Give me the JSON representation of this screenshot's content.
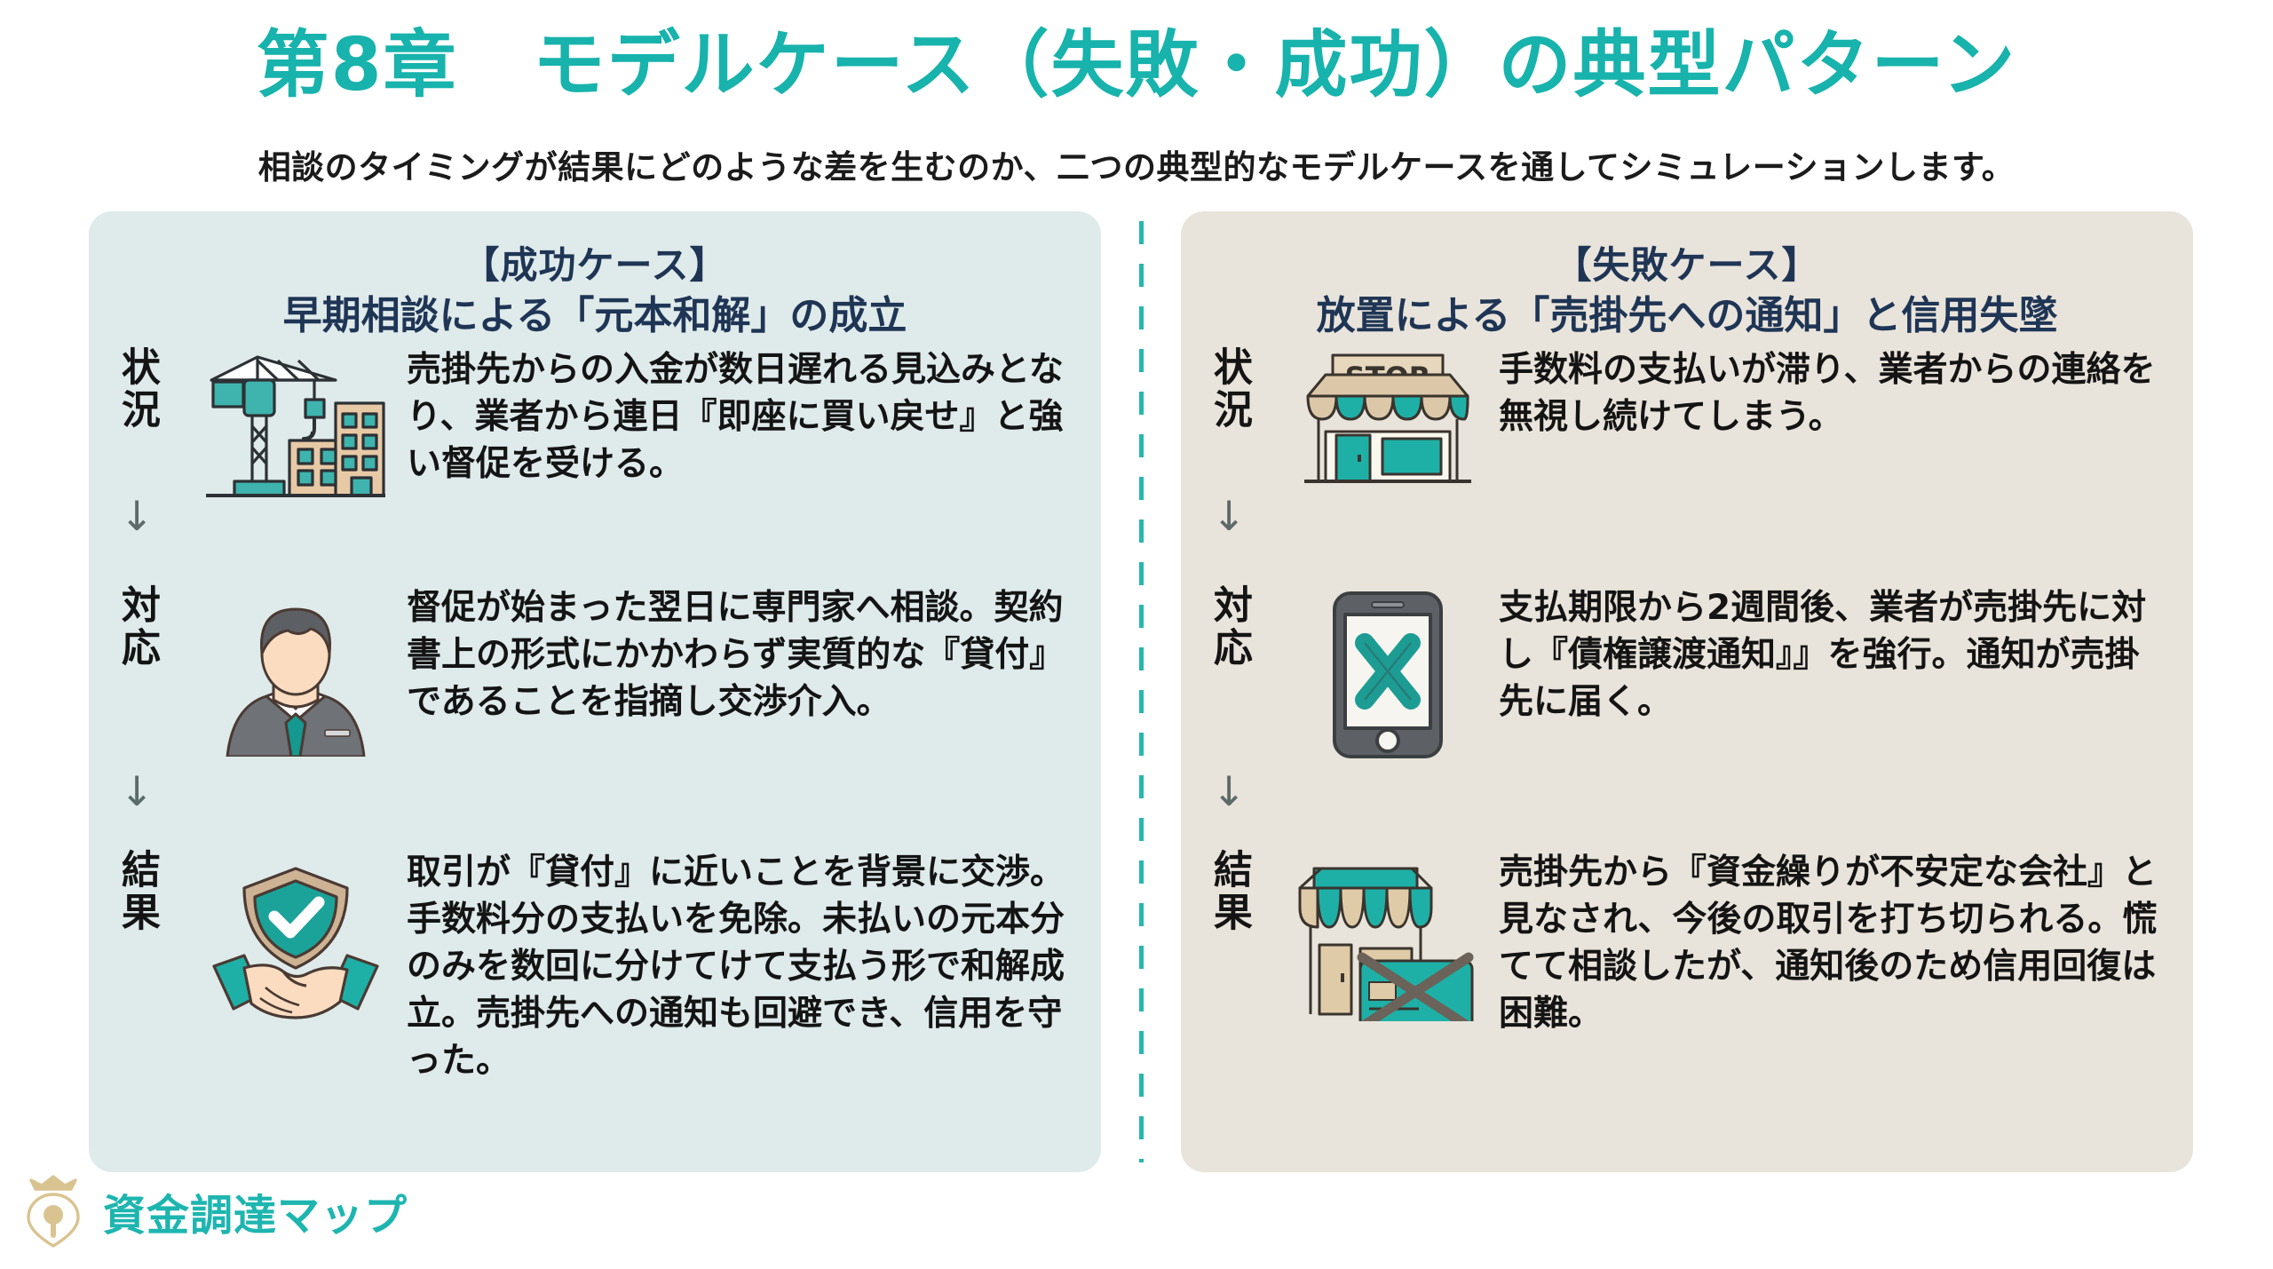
{
  "header": {
    "title": "第8章　モデルケース（失敗・成功）の典型パターン",
    "subtitle": "相談のタイミングが結果にどのような差を生むのか、二つの典型的なモデルケースを通してシミュレーションします。",
    "title_color": "#17b3ac",
    "subtitle_color": "#1b1b1b"
  },
  "stages": {
    "situation": "状況",
    "response": "対応",
    "result": "結果",
    "arrow": "↓"
  },
  "panels": {
    "success": {
      "bg_color": "#dfeaea",
      "heading_line1": "【成功ケース】",
      "heading_line2": "早期相談による「元本和解」の成立",
      "heading_color": "#1f3555",
      "rows": [
        {
          "stage": "状況",
          "icon": "construction-crane-building-icon",
          "text": "売掛先からの入金が数日遅れる見込みとなり、業者から連日『即座に買い戻せ』と強い督促を受ける。"
        },
        {
          "stage": "対応",
          "icon": "businessman-consultant-icon",
          "text": "督促が始まった翌日に専門家へ相談。契約書上の形式にかかわらず実質的な『貸付』であることを指摘し交渉介入。"
        },
        {
          "stage": "結果",
          "icon": "shield-check-handshake-icon",
          "text": "取引が『貸付』に近いことを背景に交渉。手数料分の支払いを免除。未払いの元本分のみを数回に分けてけて支払う形で和解成立。売掛先への通知も回避でき、信用を守った。"
        }
      ]
    },
    "failure": {
      "bg_color": "#e9e4db",
      "heading_line1": "【失敗ケース】",
      "heading_line2": "放置による「売掛先への通知」と信用失墜",
      "heading_color": "#1f3555",
      "rows": [
        {
          "stage": "状況",
          "icon": "storefront-icon",
          "icon_sign_text": "STOR",
          "text": "手数料の支払いが滞り、業者からの連絡を無視し続けてしまう。"
        },
        {
          "stage": "対応",
          "icon": "smartphone-x-icon",
          "text": "支払期限から2週間後、業者が売掛先に対し『債権譲渡通知』』を強行。通知が売掛先に届く。"
        },
        {
          "stage": "結果",
          "icon": "shop-card-cancelled-icon",
          "text": "売掛先から『資金繰りが不安定な会社』と見なされ、今後の取引を打ち切られる。慌てて相談したが、通知後のため信用回復は困難。"
        }
      ]
    }
  },
  "divider": {
    "color": "#26b7ad",
    "style": "vertical-dashed"
  },
  "footer": {
    "logo_text": "資金調達マップ",
    "logo_text_color": "#1eb5b0",
    "logo_mark": "crown-location-pin-icon",
    "logo_mark_color": "#d9c491"
  }
}
